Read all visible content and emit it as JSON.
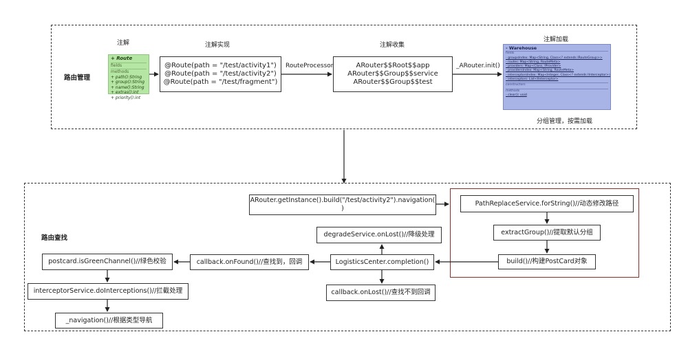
{
  "top": {
    "section_label": "路由管理",
    "col_labels": {
      "annotation": "注解",
      "impl": "注解实现",
      "collect": "注解收集",
      "load": "注解加载"
    },
    "route_uml": {
      "title": "+ Route",
      "fields_label": "fields",
      "methods_label": "methods",
      "methods": [
        "+  path():String",
        "+  group():String",
        "+  name():String",
        "+  extras():int",
        "+  priority():int"
      ]
    },
    "impl_lines": [
      "@Route(path = \"/test/activity1\")",
      "@Route(path = \"/test/activity2\")",
      "@Route(path = \"/test/fragment\")"
    ],
    "processor_label": "RouteProcessor",
    "collect_lines": [
      "ARouter$$Root$$app",
      "ARouter$$Group$$service",
      "ARouter$$Group$$test"
    ],
    "init_label": "_ARouter.init()",
    "warehouse_uml": {
      "title": "- Warehouse",
      "fields_label": "fields",
      "fields": [
        "- groupsIndex: Map<String, Class<? extends IRouteGroup>>",
        "- routes: Map<String, RouteMeta>",
        "- providers: Map<Class, IProvider>",
        "- providersIndex: Map<String, RouteMeta>",
        "- interceptorsIndex: Map<Integer, Class<? extends IInterceptor>>",
        "- interceptors: List<IInterceptor>"
      ],
      "constructors_label": "constructors",
      "methods_label": "methods",
      "methods": [
        "- clear(): void"
      ]
    },
    "load_note": "分组管理，按需加载"
  },
  "bottom": {
    "section_label": "路由查找",
    "nav_call": [
      "ARouter.getInstance().build(\"/test/activity2\").navigation(",
      ")"
    ],
    "path_replace": "PathReplaceService.forString()//动态修改路径",
    "extract_group": "extractGroup()//提取默认分组",
    "build_card": "build()//构建PostCard对象",
    "degrade": "degradeService.onLost()//降级处理",
    "completion": "LogisticsCenter.completion()",
    "on_found": "callback.onFound()//查找到，回调",
    "on_lost": "callback.onLost()//查找不到回调",
    "green_channel": "postcard.isGreenChannel()//绿色校验",
    "interceptors": "interceptorService.doInterceptions()//拦截处理",
    "navigation": "_navigation()//根据类型导航"
  }
}
